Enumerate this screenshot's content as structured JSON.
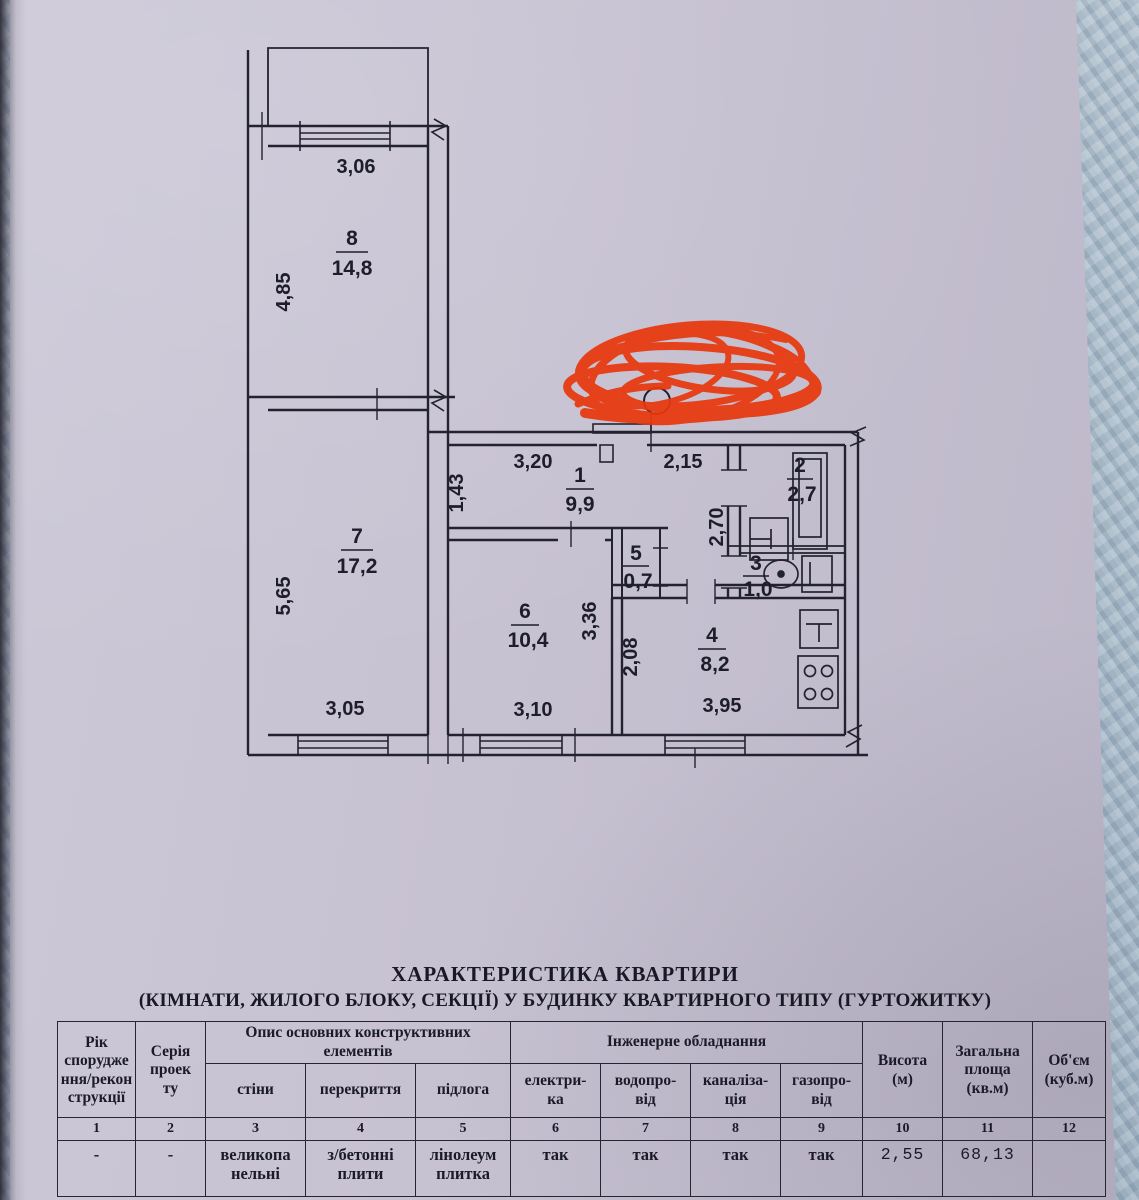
{
  "document": {
    "title_line1": "ХАРАКТЕРИСТИКА   КВАРТИРИ",
    "title_line2": "(КІМНАТИ, ЖИЛОГО БЛОКУ, СЕКЦІЇ) У БУДИНКУ КВАРТИРНОГО ТИПУ (ГУРТОЖИТКУ)"
  },
  "plan": {
    "rooms": {
      "r1": {
        "num": "1",
        "area": "9,9"
      },
      "r2": {
        "num": "2",
        "area": "2,7"
      },
      "r3": {
        "num": "3",
        "area": "1,0"
      },
      "r4": {
        "num": "4",
        "area": "8,2"
      },
      "r5": {
        "num": "5",
        "area": "0,7"
      },
      "r6": {
        "num": "6",
        "area": "10,4"
      },
      "r7": {
        "num": "7",
        "area": "17,2"
      },
      "r8": {
        "num": "8",
        "area": "14,8"
      }
    },
    "dims": {
      "w8_top": "3,06",
      "h8_left": "4,85",
      "h7_left": "5,65",
      "w7_bottom": "3,05",
      "hall_left": "1,43",
      "hall_top_left": "3,20",
      "hall_top_right": "2,15",
      "bath_h": "2,70",
      "w6_bottom": "3,10",
      "h6_right": "3,36",
      "kitchen_h": "2,08",
      "kitchen_w": "3,95"
    }
  },
  "table": {
    "header": {
      "col1": "Рік\nспорудже\nння/рекон\nструкції",
      "col2": "Серія\nпроек\nту",
      "construct": "Опис основних конструктивних\nелементів",
      "walls": "стіни",
      "ceiling": "перекриття",
      "floor": "підлога",
      "engineering": "Інженерне обладнання",
      "electric": "електри-\nка",
      "water": "водопро-\nвід",
      "sewer": "каналіза-\nція",
      "gas": "газопро-\nвід",
      "height": "Висота\n(м)",
      "total_area": "Загальна\nплоща\n(кв.м)",
      "volume": "Об'єм\n(куб.м)"
    },
    "col_numbers": [
      "1",
      "2",
      "3",
      "4",
      "5",
      "6",
      "7",
      "8",
      "9",
      "10",
      "11",
      "12"
    ],
    "values": {
      "year": "-",
      "series": "-",
      "walls": "великопа\nнельні",
      "ceiling": "з/бетонні\nплити",
      "floor": "лінолеум\nплитка",
      "electric": "так",
      "water": "так",
      "sewer": "так",
      "gas": "так",
      "height": "2,55",
      "total_area": "68,13",
      "volume": ""
    }
  },
  "colors": {
    "ink": "#1d1d2b",
    "scribble": "#e8380e",
    "paper": "#c7c2d2",
    "fabric": "#aebfcc"
  }
}
